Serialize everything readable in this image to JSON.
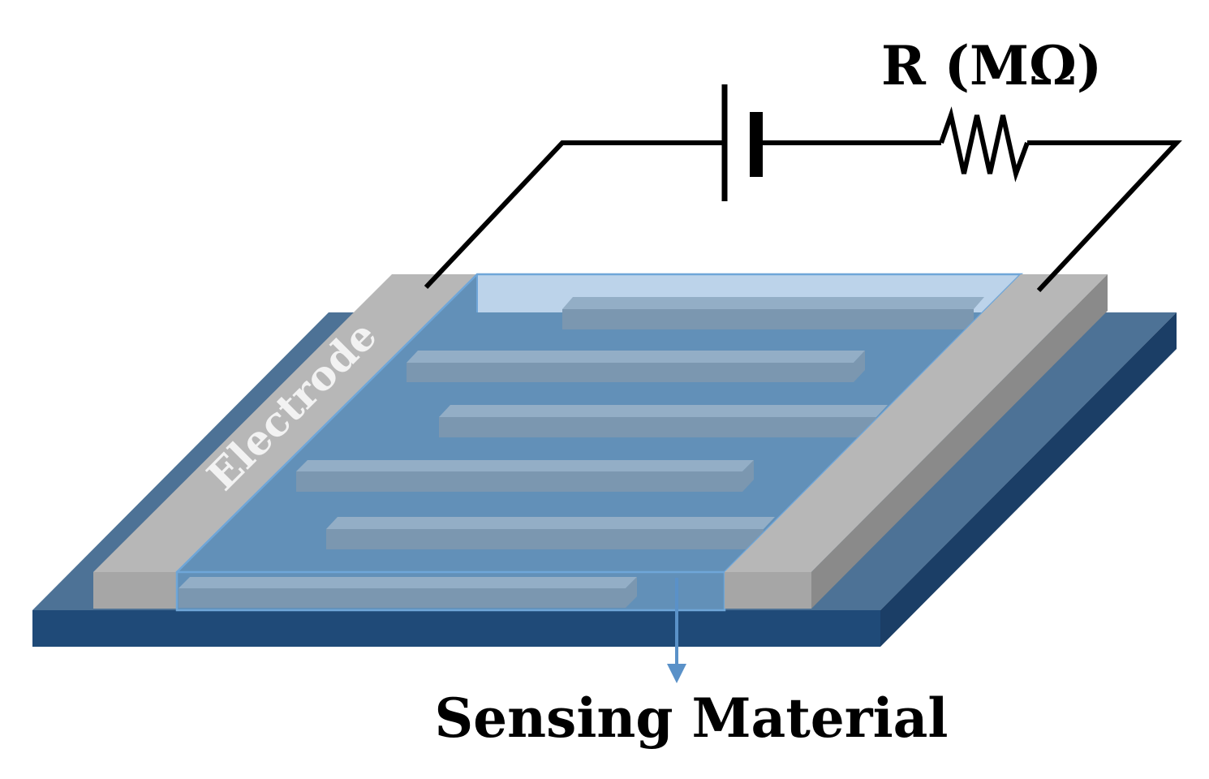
{
  "labels": {
    "resistance": "R (MΩ)",
    "electrode": "Electrode",
    "sensing_material": "Sensing Material"
  },
  "colors": {
    "substrate_top": "#4d7296",
    "substrate_front": "#1f4a78",
    "substrate_side": "#1b3e66",
    "electrode_top": "#b7b7b7",
    "electrode_front": "#a6a6a6",
    "electrode_side": "#8a8a8a",
    "sensing_area": "#6290b8",
    "sensing_film_top": "#bcd3ea",
    "sensing_border": "#6fa6d8",
    "finger_top": "#93aec6",
    "finger_side": "#7b97b0",
    "wire": "#000000",
    "arrow": "#5a91c8",
    "text": "#000000",
    "electrode_text": "#f2f2f2"
  }
}
